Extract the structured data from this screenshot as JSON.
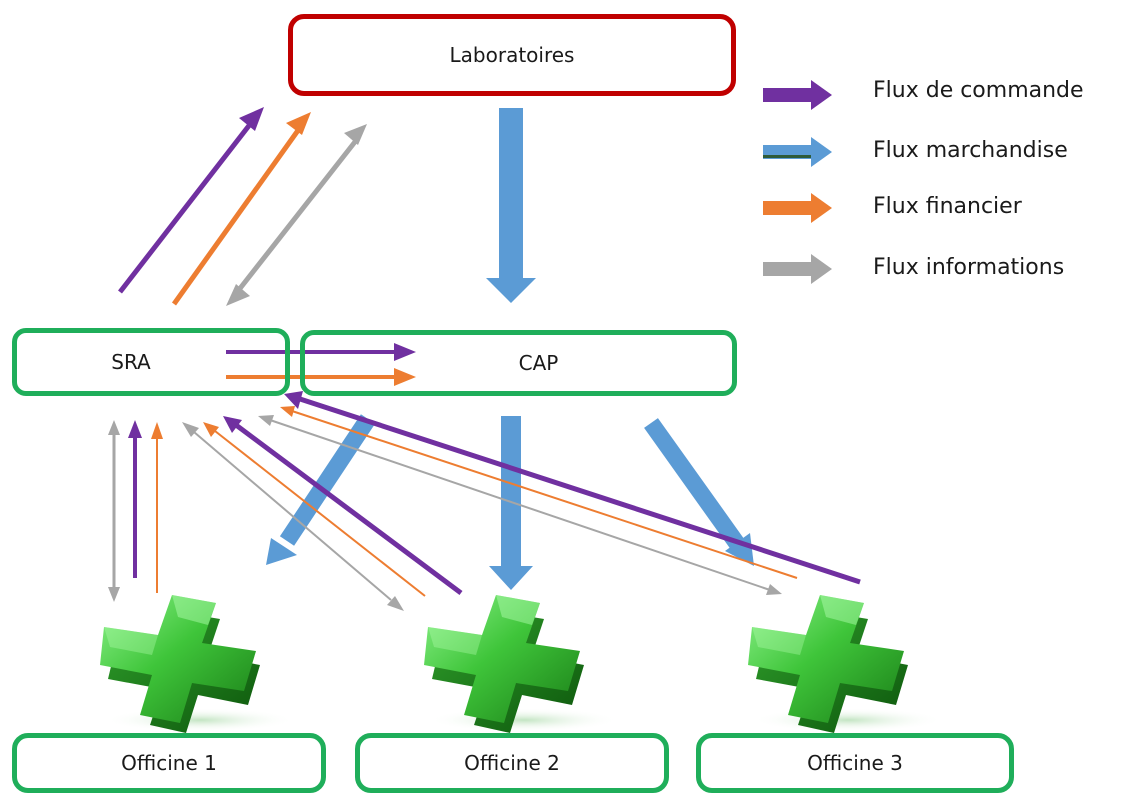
{
  "nodes": {
    "laboratoires": "Laboratoires",
    "sra": "SRA",
    "cap": "CAP",
    "officine_1": "Officine 1",
    "officine_2": "Officine 2",
    "officine_3": "Officine 3"
  },
  "legend": [
    {
      "label": "Flux de commande",
      "color": "#7030a0"
    },
    {
      "label": "Flux marchandise",
      "color": "#5b9bd5"
    },
    {
      "label": "Flux financier",
      "color": "#ed7d31"
    },
    {
      "label": "Flux informations",
      "color": "#a6a6a6"
    }
  ],
  "icons": [
    "pharmacy-cross-icon",
    "pharmacy-cross-icon",
    "pharmacy-cross-icon"
  ]
}
